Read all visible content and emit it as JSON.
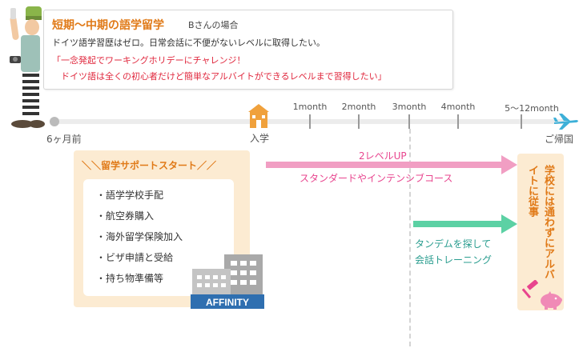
{
  "header": {
    "title": "短期～中期の語学留学",
    "case_label": "Bさんの場合",
    "description": "ドイツ語学習歴はゼロ。日常会話に不便がないレベルに取得したい。",
    "quote_line1": "「一念発起でワーキングホリデーにチャレンジ！",
    "quote_line2": "　ドイツ語は全くの初心者だけど簡単なアルバイトができるレベルまで習得したい」"
  },
  "timeline": {
    "start_label": "6ヶ月前",
    "entry_label": "入学",
    "end_label": "ご帰国",
    "months": [
      "1month",
      "2month",
      "3month",
      "4month",
      "5～12month"
    ]
  },
  "support": {
    "title": "＼＼留学サポートスタート／／",
    "items": [
      "・語学学校手配",
      "・航空券購入",
      "・海外留学保険加入",
      "・ビザ申請と受給",
      "・持ち物準備等"
    ],
    "logo_text": "AFFINITY"
  },
  "arrows": {
    "level_up_label": "2レベルUP",
    "course_label": "スタンダードやインテンシブコース",
    "tandem_line1": "タンデムを探して",
    "tandem_line2": "会話トレーニング"
  },
  "right_box": {
    "text": "学校には通わずにアルバイトに従事"
  },
  "colors": {
    "orange": "#e07a18",
    "red": "#e0283e",
    "pink_arrow": "#f19ec3",
    "green_arrow": "#5cd1a4",
    "box_bg": "#fcebd2",
    "plane": "#3db0d8"
  },
  "icons": [
    "person-illustration",
    "school-icon",
    "airplane-icon",
    "building-logo",
    "hammer-icon",
    "piggy-bank-icon"
  ]
}
